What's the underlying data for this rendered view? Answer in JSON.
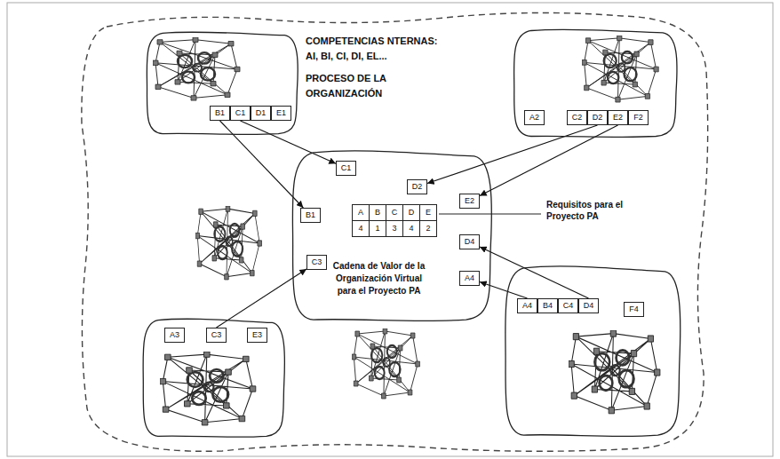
{
  "diagram": {
    "nodes": [
      {
        "text": [
          "COMPETENCIAS NTERNAS: AI, BI, CI, DI, EL...",
          "PROCESO DE LA ORGANIZACIÓN"
        ]
      },
      {
        "text": [
          "B1"
        ],
        "in": 0
      },
      {
        "text": [
          "C1"
        ],
        "in": 0
      },
      {
        "text": [
          "D1"
        ],
        "in": 0
      },
      {
        "text": [
          "E1"
        ],
        "in": 0
      },
      {
        "text": []
      },
      {
        "text": [
          "A2"
        ],
        "in": 5
      },
      {
        "text": [
          "C2"
        ],
        "in": 5
      },
      {
        "text": [
          "D2"
        ],
        "in": 5
      },
      {
        "text": [
          "E2"
        ],
        "in": 5
      },
      {
        "text": [
          "F2"
        ],
        "in": 5
      },
      {
        "text": [
          "Cadena de Valor de la Organización Virtual para el Proyecto PA"
        ]
      },
      {
        "text": [
          "C1"
        ],
        "in": 11
      },
      {
        "text": [
          "D2"
        ],
        "in": 11
      },
      {
        "text": [
          "E2"
        ],
        "in": 11
      },
      {
        "text": [
          "B1"
        ],
        "in": 11
      },
      {
        "text": [
          "D4"
        ],
        "in": 11
      },
      {
        "text": [
          "C3"
        ],
        "in": 11
      },
      {
        "text": [
          "A4"
        ],
        "in": 11
      },
      {
        "text": []
      },
      {
        "text": [
          "A3"
        ],
        "in": 19
      },
      {
        "text": [
          "C3"
        ],
        "in": 19
      },
      {
        "text": [
          "E3"
        ],
        "in": 19
      },
      {
        "text": []
      },
      {
        "text": [
          "A4"
        ],
        "in": 23
      },
      {
        "text": [
          "B4"
        ],
        "in": 23
      },
      {
        "text": [
          "C4"
        ],
        "in": 23
      },
      {
        "text": [
          "D4"
        ],
        "in": 23
      },
      {
        "text": [
          "F4"
        ],
        "in": 23
      }
    ],
    "edges": [
      {
        "from": 1,
        "to": 15,
        "arrow": "to"
      },
      {
        "from": 2,
        "to": 12,
        "arrow": "to"
      },
      {
        "from": 8,
        "to": 13,
        "arrow": "to"
      },
      {
        "from": 9,
        "to": 14,
        "arrow": "to"
      },
      {
        "from": 21,
        "to": 17,
        "arrow": "to"
      },
      {
        "from": 27,
        "to": 16,
        "arrow": "to"
      },
      {
        "from": 24,
        "to": 18,
        "arrow": "to"
      }
    ],
    "labels": [
      "A",
      "B",
      "C",
      "D",
      "E",
      "4",
      "1",
      "3",
      "4",
      "2",
      "Requisitos para el Proyecto PA"
    ]
  }
}
